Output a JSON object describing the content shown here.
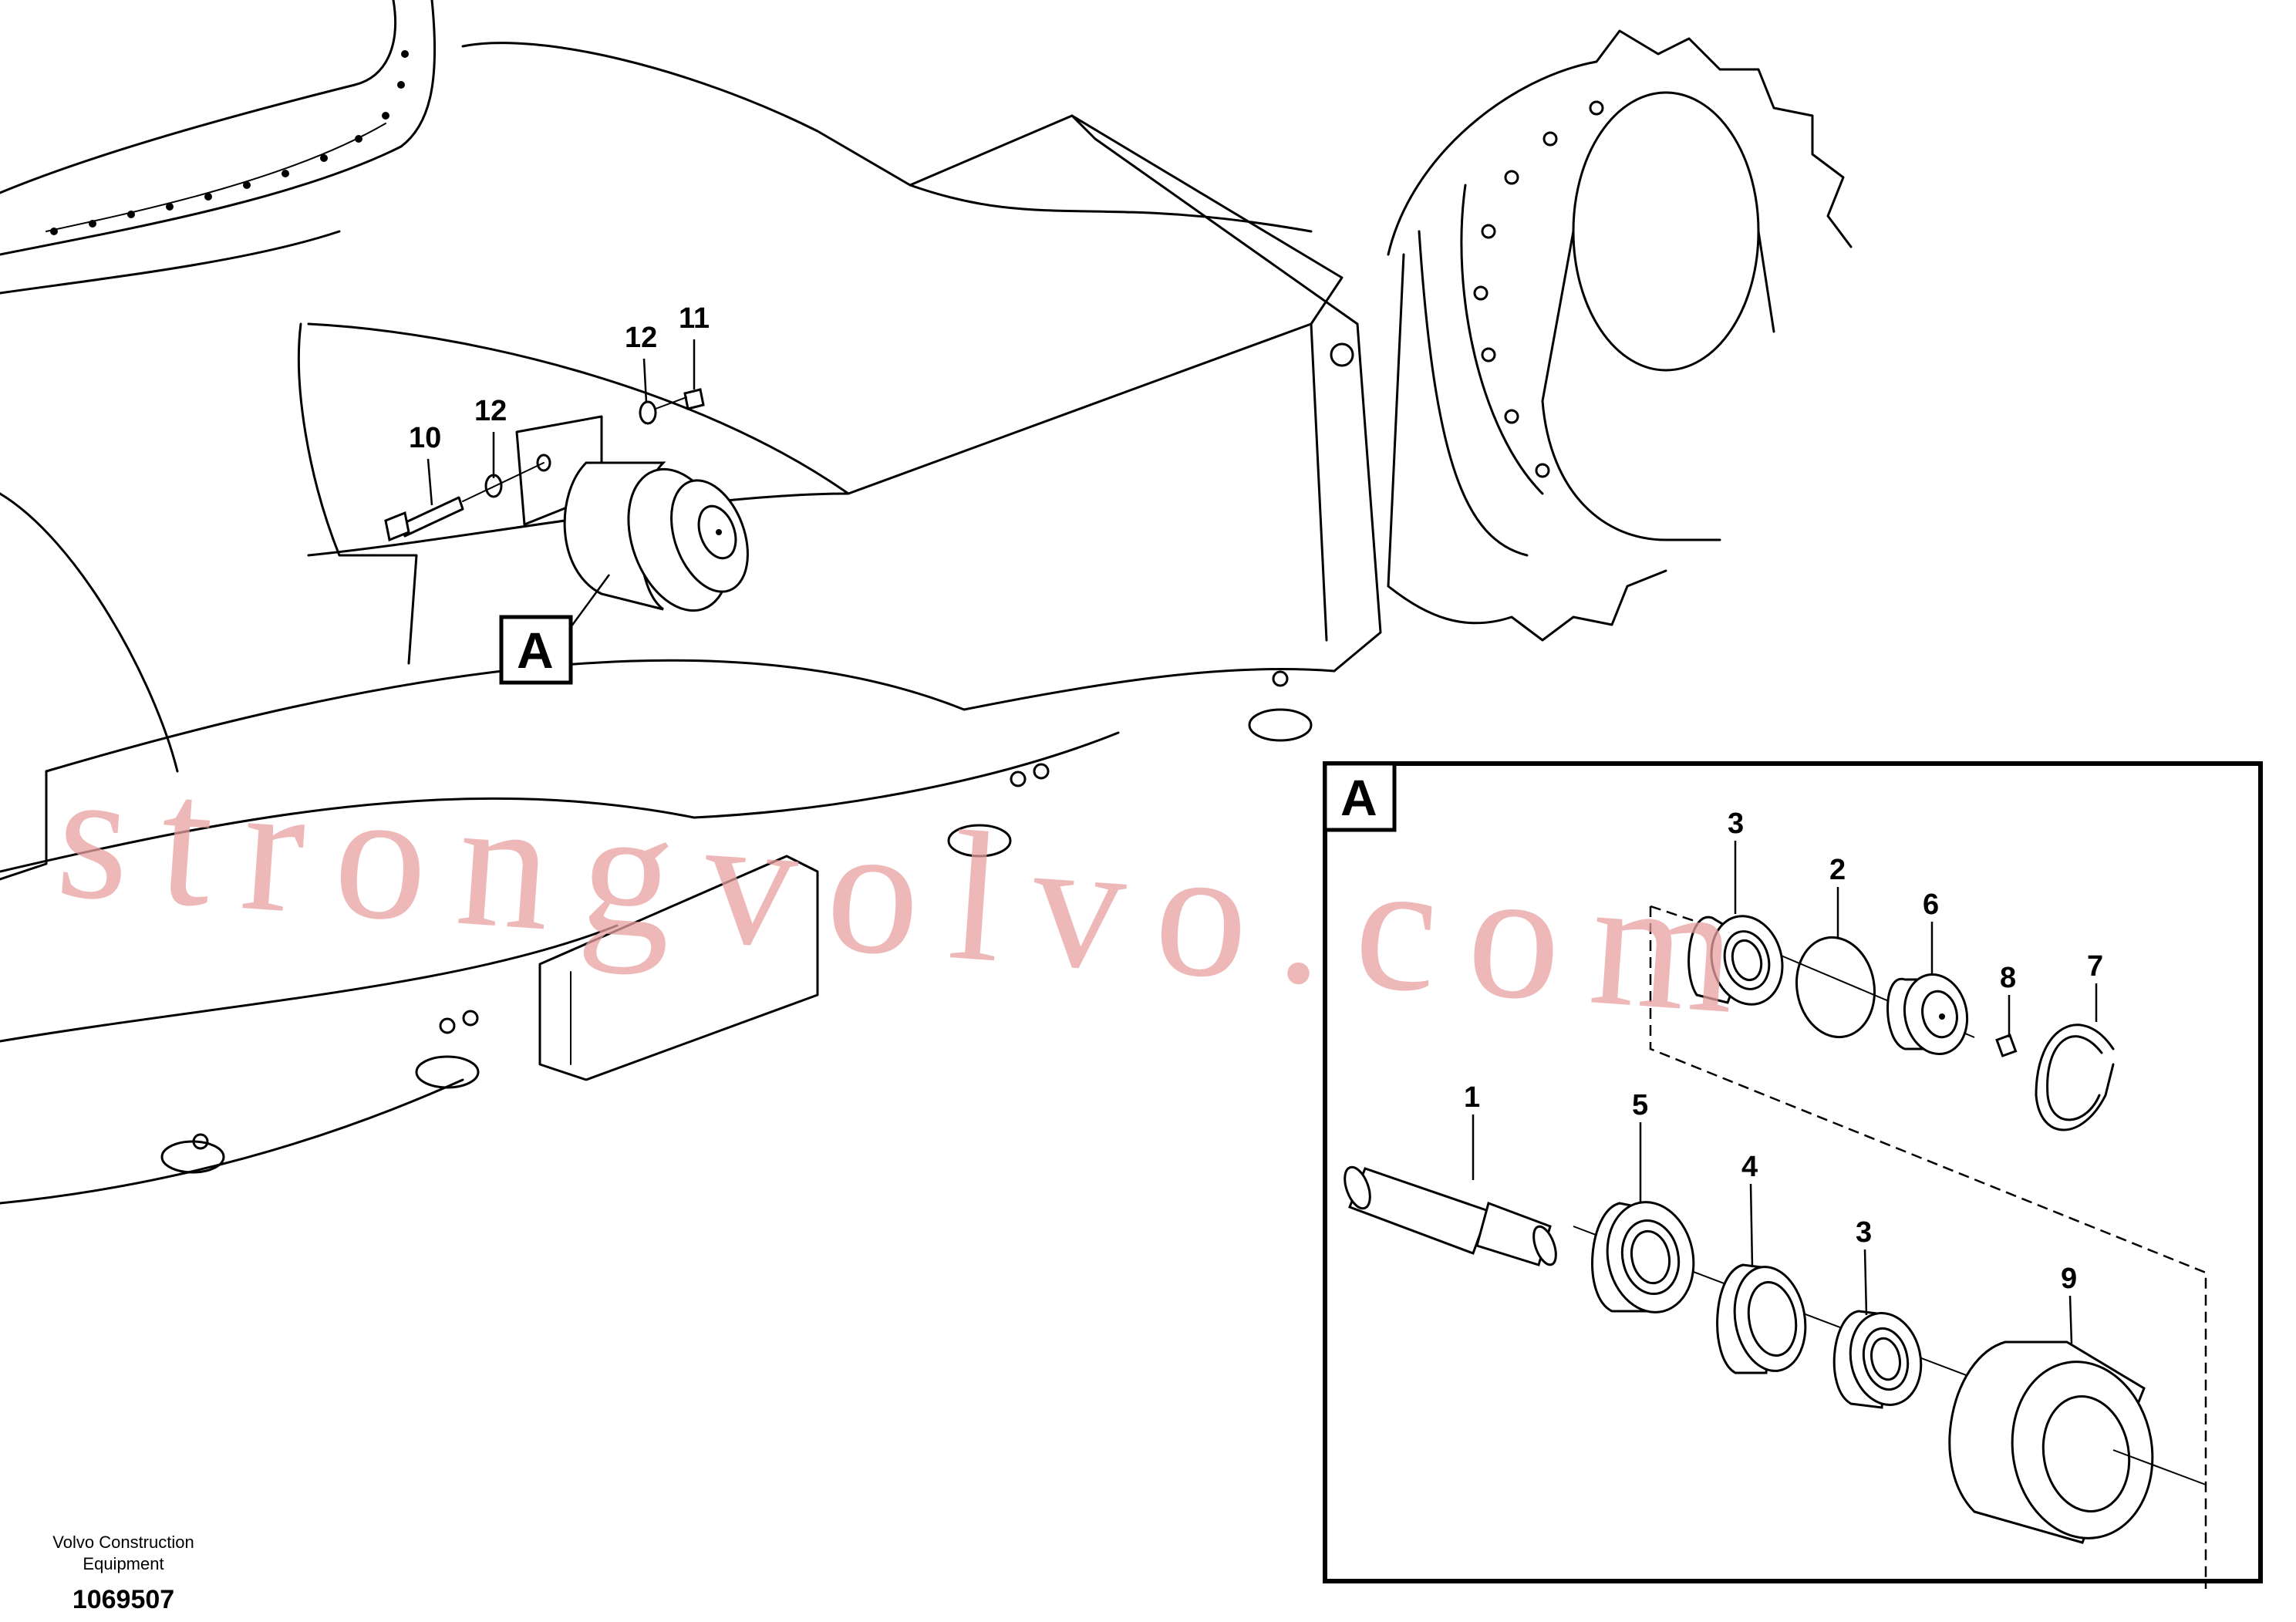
{
  "callouts_main": {
    "bolt": "10",
    "washer_left": "12",
    "washer_right": "12",
    "nut": "11",
    "detail_marker": "A"
  },
  "detail": {
    "title": "A",
    "labels": {
      "pin": "1",
      "ring": "2",
      "bearing_top": "3",
      "bearing_bottom": "3",
      "seal": "4",
      "seal_outer": "5",
      "cover": "6",
      "plug": "8",
      "snap_ring": "7",
      "roller": "9"
    }
  },
  "watermark": "strongvolvo.com",
  "footer": {
    "company_line1": "Volvo Construction",
    "company_line2": "Equipment",
    "drawing_number": "1069507"
  },
  "colors": {
    "line": "#000000",
    "watermark": "#e8a0a0",
    "background": "#ffffff"
  }
}
